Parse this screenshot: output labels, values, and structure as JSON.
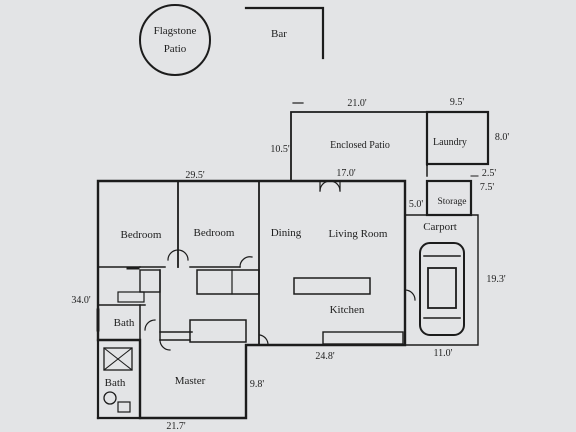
{
  "rooms": {
    "flagstone_patio": [
      "Flagstone",
      "Patio"
    ],
    "bar": "Bar",
    "enclosed_patio": "Enclosed Patio",
    "laundry": "Laundry",
    "storage": "Storage",
    "bedroom_1": "Bedroom",
    "bedroom_2": "Bedroom",
    "dining": "Dining",
    "living_room": "Living Room",
    "kitchen": "Kitchen",
    "carport": "Carport",
    "bath_1": "Bath",
    "bath_2": "Bath",
    "master": "Master"
  },
  "dimensions": {
    "enclosed_patio_width": "21.0'",
    "enclosed_patio_depth": "10.5'",
    "laundry_width": "9.5'",
    "laundry_depth": "8.0'",
    "storage_a": "2.5'",
    "storage_b": "7.5'",
    "house_top_left": "29.5'",
    "house_top_right": "17.0'",
    "storage_offset": "5.0'",
    "carport_depth": "19.3'",
    "house_depth": "34.0'",
    "house_bottom": "24.8'",
    "carport_width": "11.0'",
    "master_depth": "9.8'",
    "master_width": "21.7'"
  }
}
